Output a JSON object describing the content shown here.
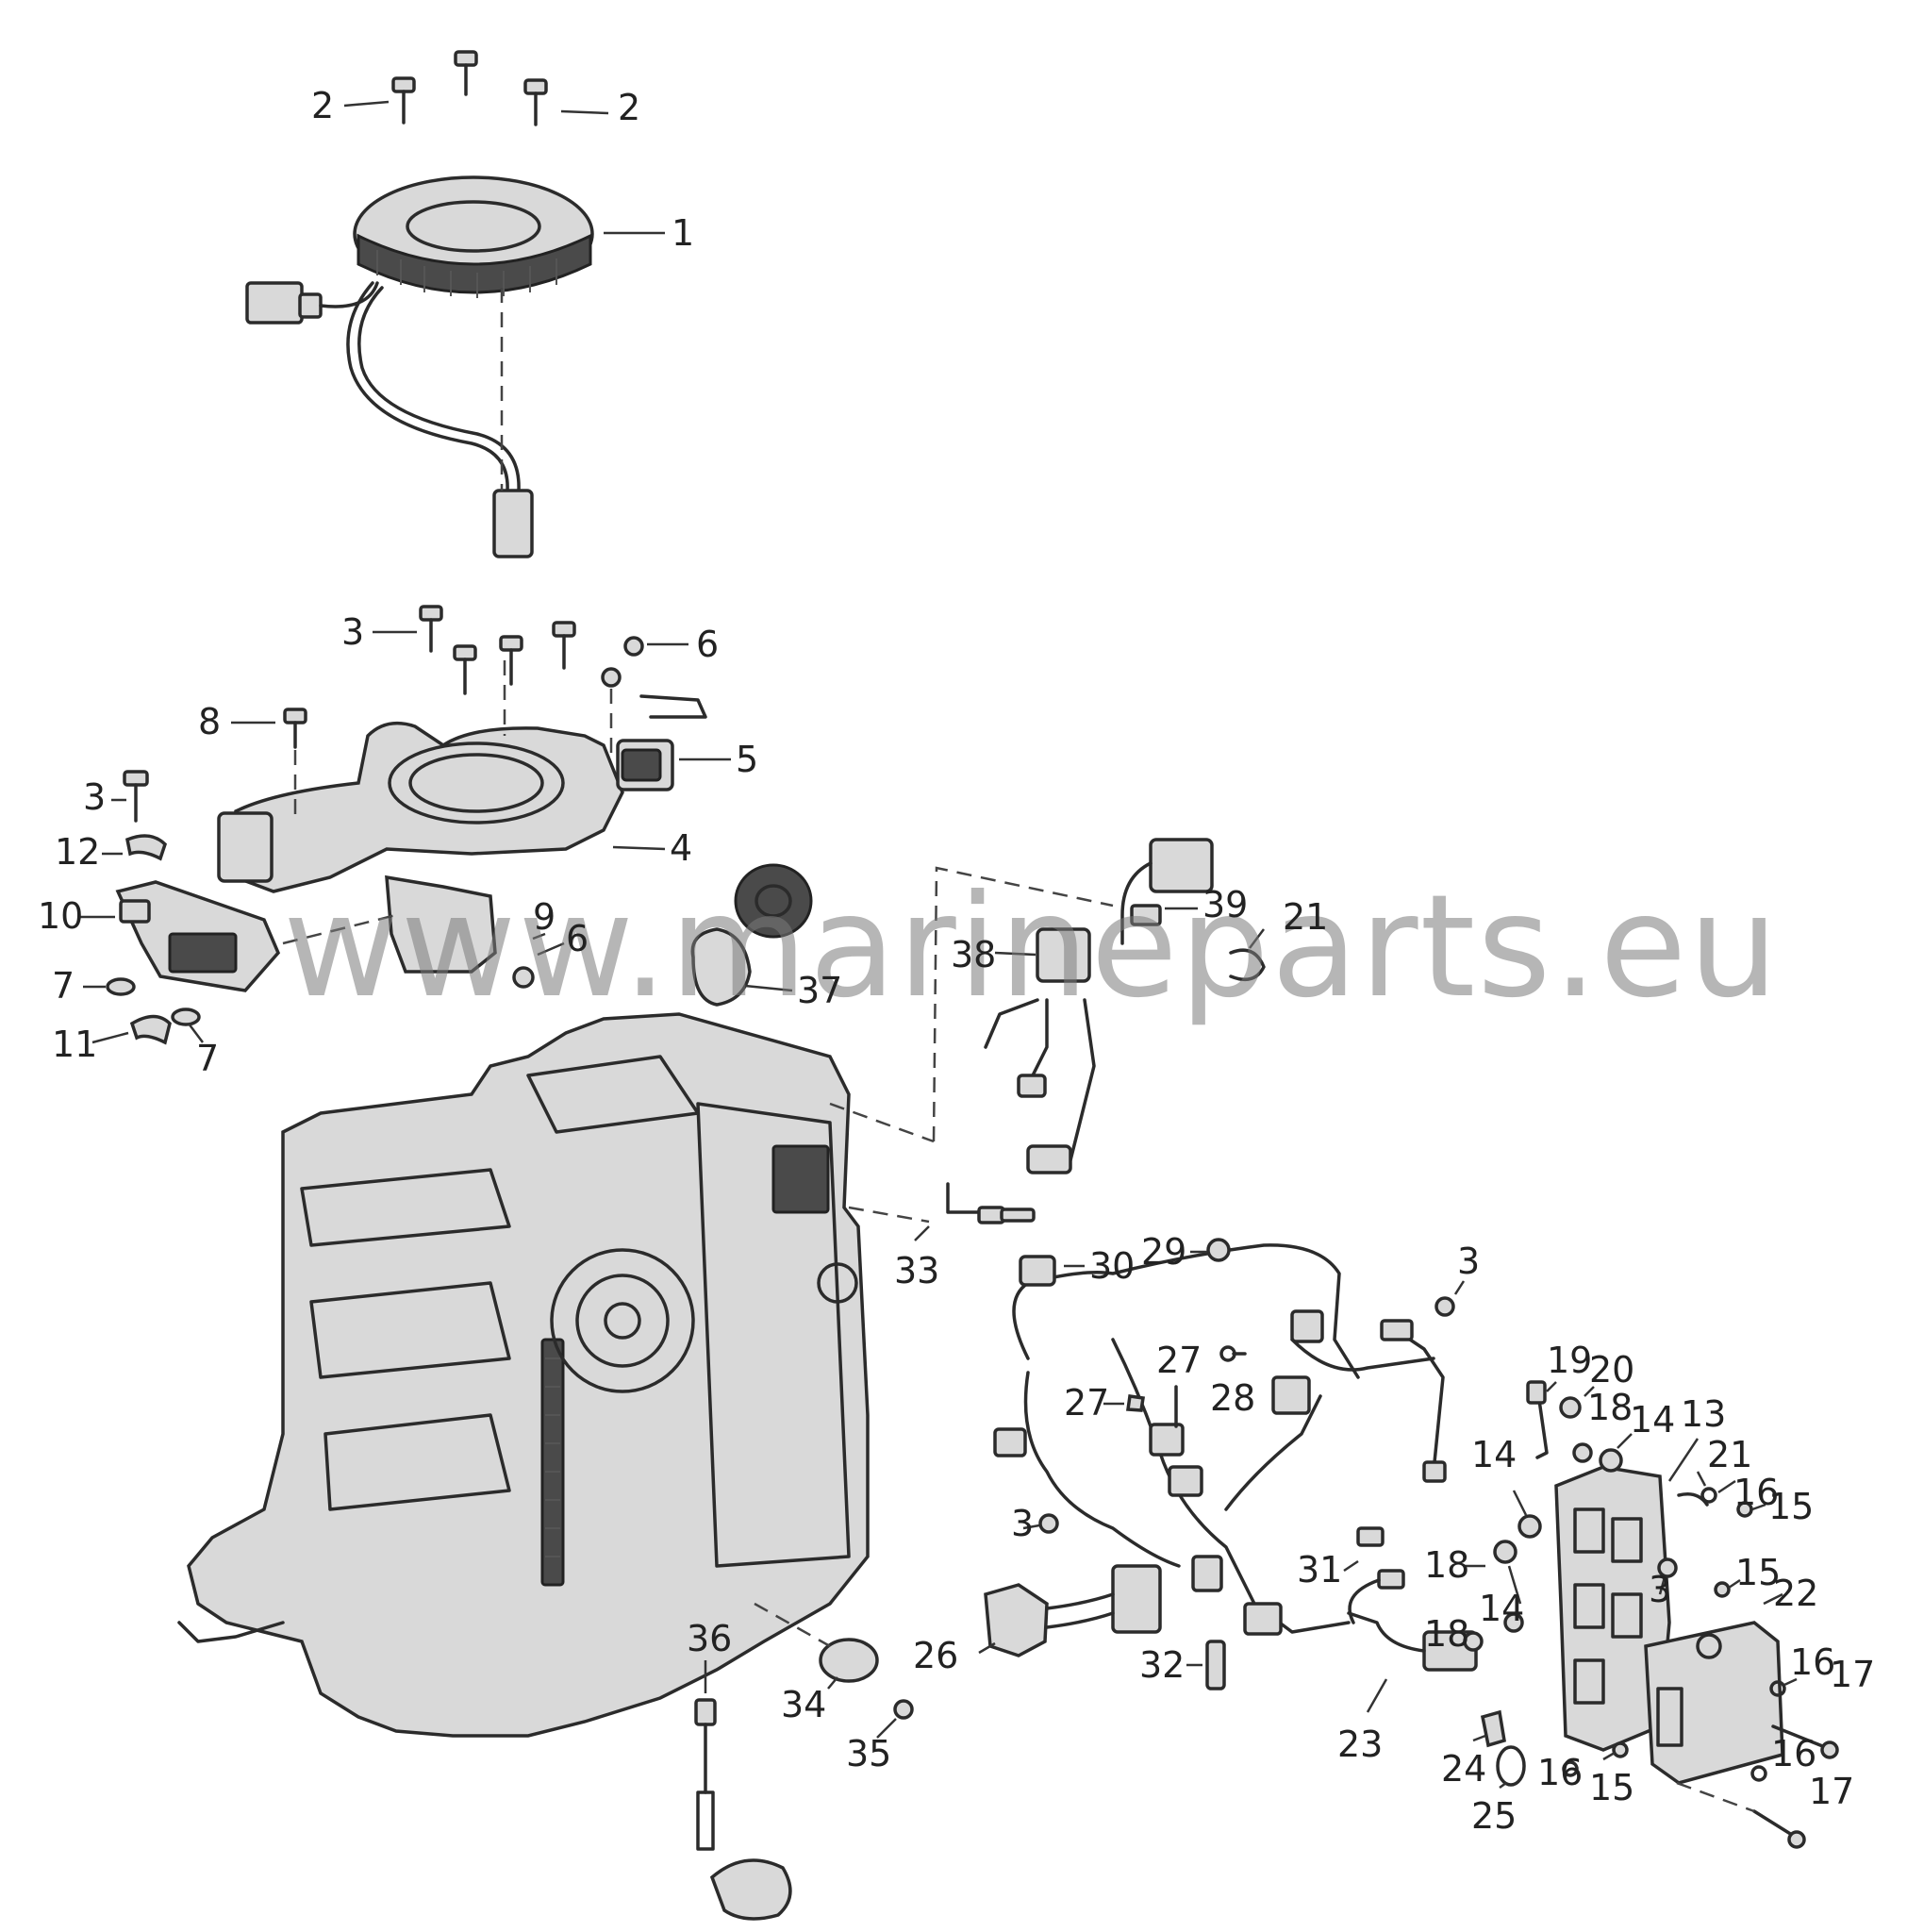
{
  "watermark": "www.marineparts.eu",
  "callouts": {
    "c1": "1",
    "c2a": "2",
    "c2b": "2",
    "c3a": "3",
    "c3b": "3",
    "c3c": "3",
    "c3d": "3",
    "c3e": "3",
    "c4": "4",
    "c5": "5",
    "c6a": "6",
    "c6b": "6",
    "c7a": "7",
    "c7b": "7",
    "c8": "8",
    "c9": "9",
    "c10": "10",
    "c11": "11",
    "c12": "12",
    "c13": "13",
    "c14a": "14",
    "c14b": "14",
    "c14c": "14",
    "c15a": "15",
    "c15b": "15",
    "c15c": "15",
    "c16a": "16",
    "c16b": "16",
    "c16c": "16",
    "c16d": "16",
    "c17a": "17",
    "c17b": "17",
    "c18a": "18",
    "c18b": "18",
    "c18c": "18",
    "c19": "19",
    "c20": "20",
    "c21a": "21",
    "c21b": "21",
    "c22": "22",
    "c23": "23",
    "c24": "24",
    "c25": "25",
    "c26": "26",
    "c27a": "27",
    "c27b": "27",
    "c28": "28",
    "c29": "29",
    "c30": "30",
    "c31": "31",
    "c32": "32",
    "c33": "33",
    "c34": "34",
    "c35": "35",
    "c36": "36",
    "c37": "37",
    "c38": "38",
    "c39": "39"
  }
}
